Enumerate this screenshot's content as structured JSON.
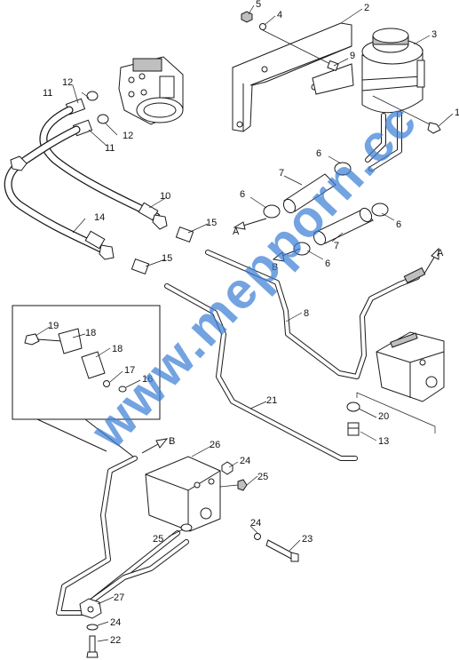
{
  "watermark": "www.mepporn.cc",
  "part_labels": [
    {
      "id": "1",
      "text": "1"
    },
    {
      "id": "2",
      "text": "2"
    },
    {
      "id": "3",
      "text": "3"
    },
    {
      "id": "4",
      "text": "4"
    },
    {
      "id": "5",
      "text": "5"
    },
    {
      "id": "6a",
      "text": "6"
    },
    {
      "id": "6b",
      "text": "6"
    },
    {
      "id": "6c",
      "text": "6"
    },
    {
      "id": "6d",
      "text": "6"
    },
    {
      "id": "7a",
      "text": "7"
    },
    {
      "id": "7b",
      "text": "7"
    },
    {
      "id": "8",
      "text": "8"
    },
    {
      "id": "9",
      "text": "9"
    },
    {
      "id": "10",
      "text": "10"
    },
    {
      "id": "11a",
      "text": "11"
    },
    {
      "id": "11b",
      "text": "11"
    },
    {
      "id": "12a",
      "text": "12"
    },
    {
      "id": "12b",
      "text": "12"
    },
    {
      "id": "13",
      "text": "13"
    },
    {
      "id": "14",
      "text": "14"
    },
    {
      "id": "15a",
      "text": "15"
    },
    {
      "id": "15b",
      "text": "15"
    },
    {
      "id": "16",
      "text": "16"
    },
    {
      "id": "17",
      "text": "17"
    },
    {
      "id": "18a",
      "text": "18"
    },
    {
      "id": "18b",
      "text": "18"
    },
    {
      "id": "19",
      "text": "19"
    },
    {
      "id": "20",
      "text": "20"
    },
    {
      "id": "21",
      "text": "21"
    },
    {
      "id": "22",
      "text": "22"
    },
    {
      "id": "23",
      "text": "23"
    },
    {
      "id": "24a",
      "text": "24"
    },
    {
      "id": "24b",
      "text": "24"
    },
    {
      "id": "24c",
      "text": "24"
    },
    {
      "id": "25a",
      "text": "25"
    },
    {
      "id": "25b",
      "text": "25"
    },
    {
      "id": "26",
      "text": "26"
    },
    {
      "id": "27",
      "text": "27"
    }
  ],
  "reference_marks": [
    {
      "id": "A1",
      "text": "A"
    },
    {
      "id": "A2",
      "text": "A"
    },
    {
      "id": "B1",
      "text": "B"
    },
    {
      "id": "B2",
      "text": "B"
    }
  ]
}
